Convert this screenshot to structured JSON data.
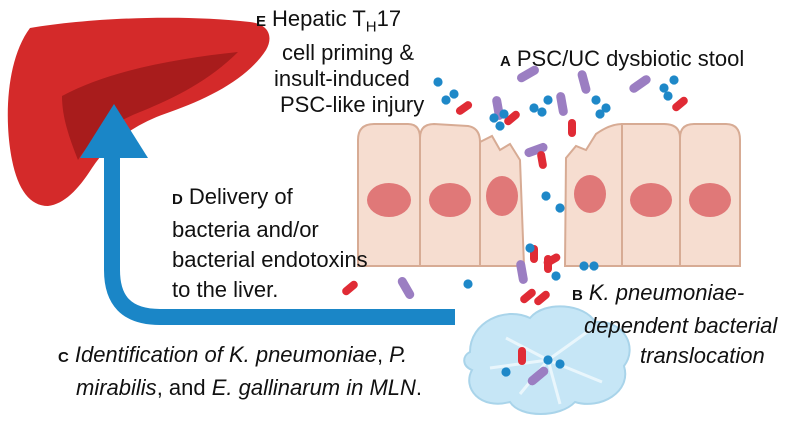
{
  "colors": {
    "liver": "#d42a2a",
    "liver_dark": "#a81c1c",
    "arrow": "#1a86c7",
    "cell_fill": "#f6ddd0",
    "cell_border": "#d7ab94",
    "nucleus": "#e07878",
    "bacteria_red": "#e02b35",
    "bacteria_purple": "#9b7ec2",
    "bacteria_blue": "#1e88c8",
    "lymph_node": "#c6e6f6"
  },
  "labels": {
    "E": {
      "letter": "E",
      "line1_pre": "Hepatic T",
      "line1_sub": "H",
      "line1_post": "17",
      "line2": "cell priming &",
      "line3": "insult-induced",
      "line4": "PSC-like injury"
    },
    "A": {
      "letter": "A",
      "text": "PSC/UC dysbiotic stool"
    },
    "D": {
      "letter": "D",
      "line1": "Delivery of",
      "line2": "bacteria and/or",
      "line3": "bacterial endotoxins",
      "line4": "to the liver."
    },
    "B": {
      "letter": "B",
      "line1": "K. pneumoniae-",
      "line2": "dependent bacterial",
      "line3": "translocation"
    },
    "C": {
      "letter": "C",
      "line1_a": "Identification of K. pneumoniae",
      "line1_b": ", ",
      "line1_c": "P.",
      "line2_a": "mirabilis",
      "line2_b": ", and ",
      "line2_c": "E. gallinarum in MLN",
      "line2_d": "."
    }
  }
}
